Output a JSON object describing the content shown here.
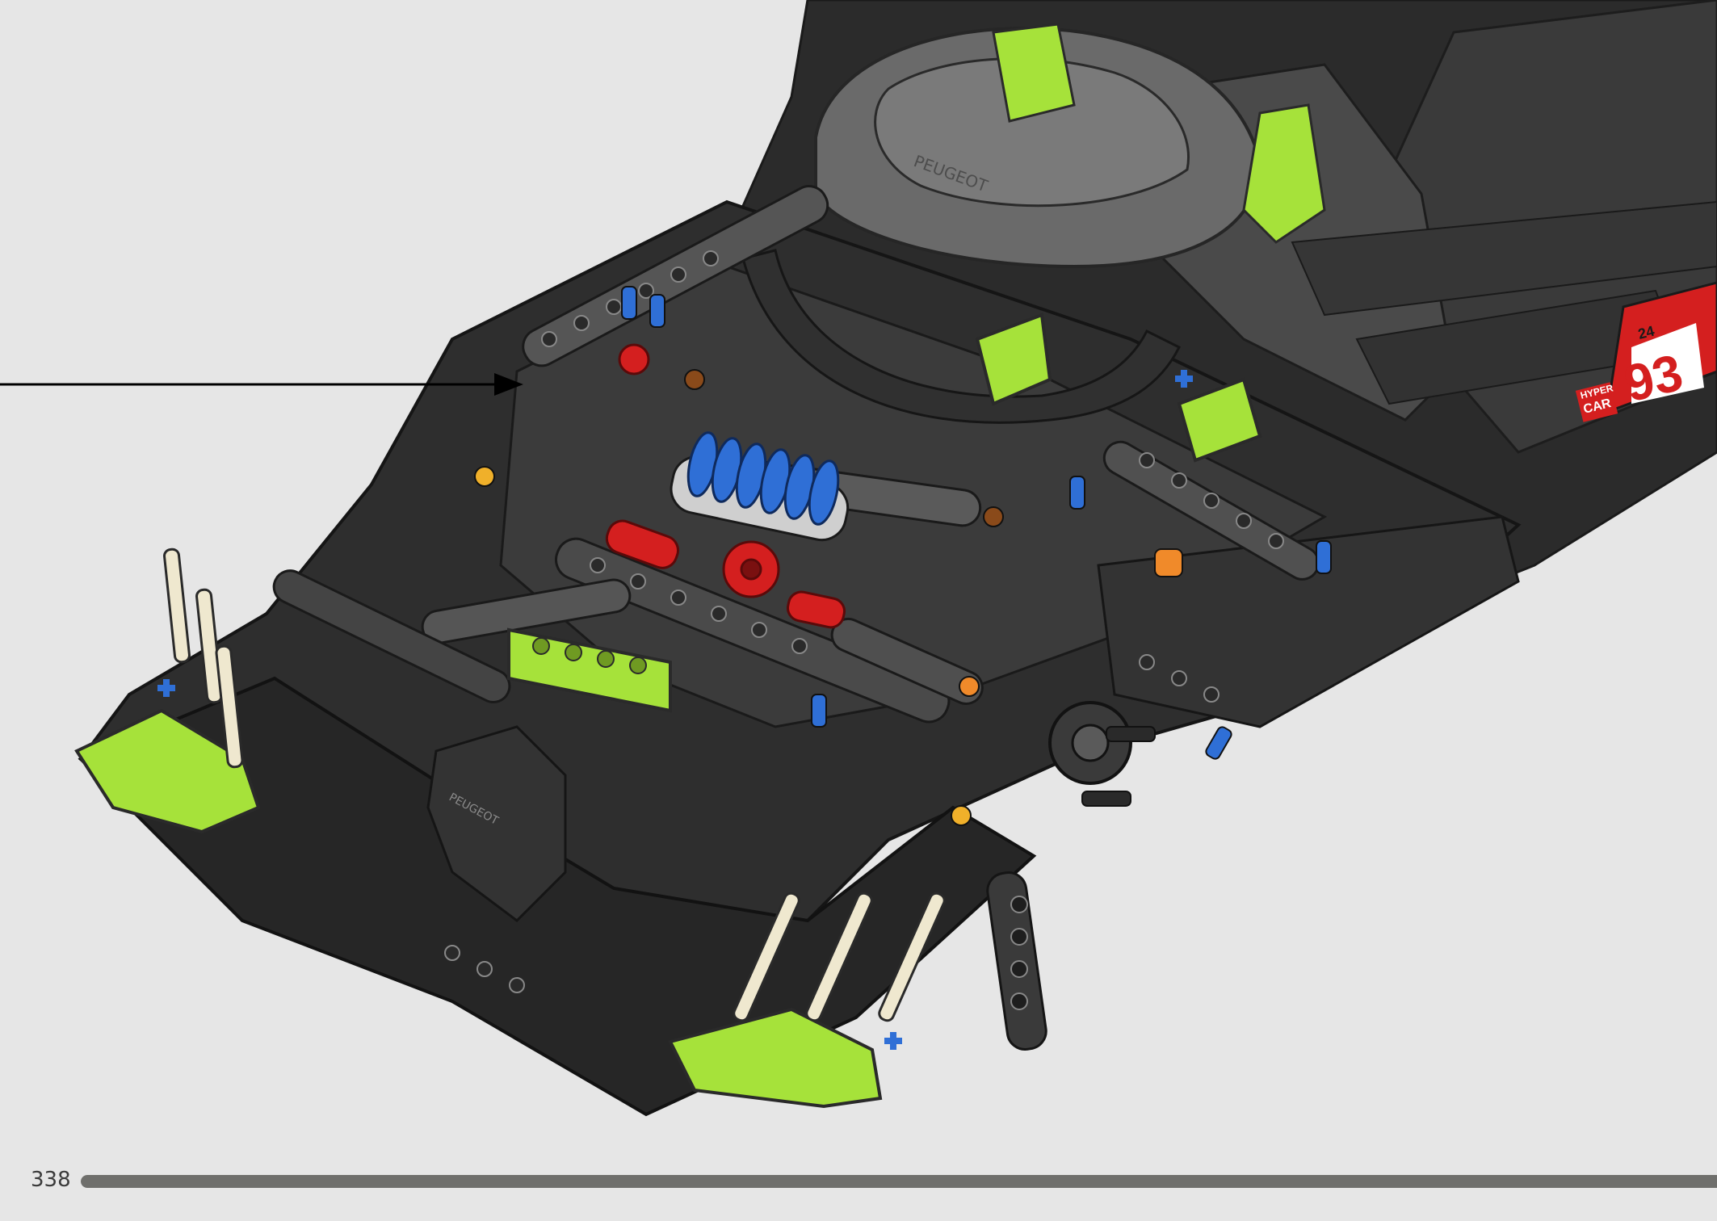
{
  "page": {
    "number": "338",
    "progress_fraction": 1.0,
    "colors": {
      "background": "#e6e6e6",
      "progress_bar": "#6f6f6c",
      "model_dark": "#2b2b2b",
      "model_grey": "#6a6a6a",
      "accent_lime": "#a6e23a",
      "accent_blue": "#2f6fd6",
      "accent_red": "#d41f1f",
      "accent_orange": "#f08a2a"
    }
  },
  "illustration": {
    "icon": "lego-technic-hypercar-model",
    "race_number": "93",
    "badge_text": "24",
    "livery_label_1": "HYPER",
    "livery_label_2": "CAR",
    "brand_text": "PEUGEOT",
    "pointer": "arrow-right-icon"
  }
}
